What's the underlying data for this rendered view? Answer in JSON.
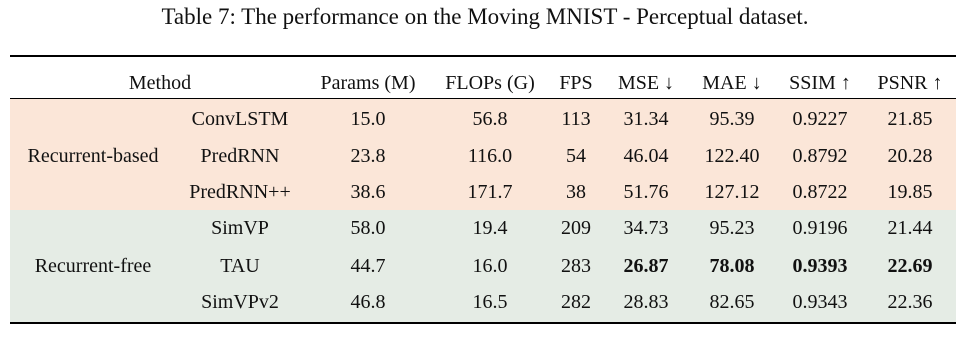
{
  "caption": "Table 7: The performance on the Moving MNIST - Perceptual dataset.",
  "columns": [
    "Method",
    "Params (M)",
    "FLOPs (G)",
    "FPS",
    "MSE ↓",
    "MAE ↓",
    "SSIM ↑",
    "PSNR ↑"
  ],
  "groups": [
    {
      "name": "Recurrent-based",
      "background": "#fbe6d8",
      "rows": [
        {
          "method": "ConvLSTM",
          "values": [
            "15.0",
            "56.8",
            "113",
            "31.34",
            "95.39",
            "0.9227",
            "21.85"
          ]
        },
        {
          "method": "PredRNN",
          "values": [
            "23.8",
            "116.0",
            "54",
            "46.04",
            "122.40",
            "0.8792",
            "20.28"
          ]
        },
        {
          "method": "PredRNN++",
          "values": [
            "38.6",
            "171.7",
            "38",
            "51.76",
            "127.12",
            "0.8722",
            "19.85"
          ]
        }
      ]
    },
    {
      "name": "Recurrent-free",
      "background": "#e5ece5",
      "rows": [
        {
          "method": "SimVP",
          "values": [
            "58.0",
            "19.4",
            "209",
            "34.73",
            "95.23",
            "0.9196",
            "21.44"
          ]
        },
        {
          "method": "TAU",
          "values": [
            "44.7",
            "16.0",
            "283",
            "26.87",
            "78.08",
            "0.9393",
            "22.69"
          ]
        },
        {
          "method": "SimVPv2",
          "values": [
            "46.8",
            "16.5",
            "282",
            "28.83",
            "82.65",
            "0.9343",
            "22.36"
          ]
        }
      ]
    }
  ]
}
